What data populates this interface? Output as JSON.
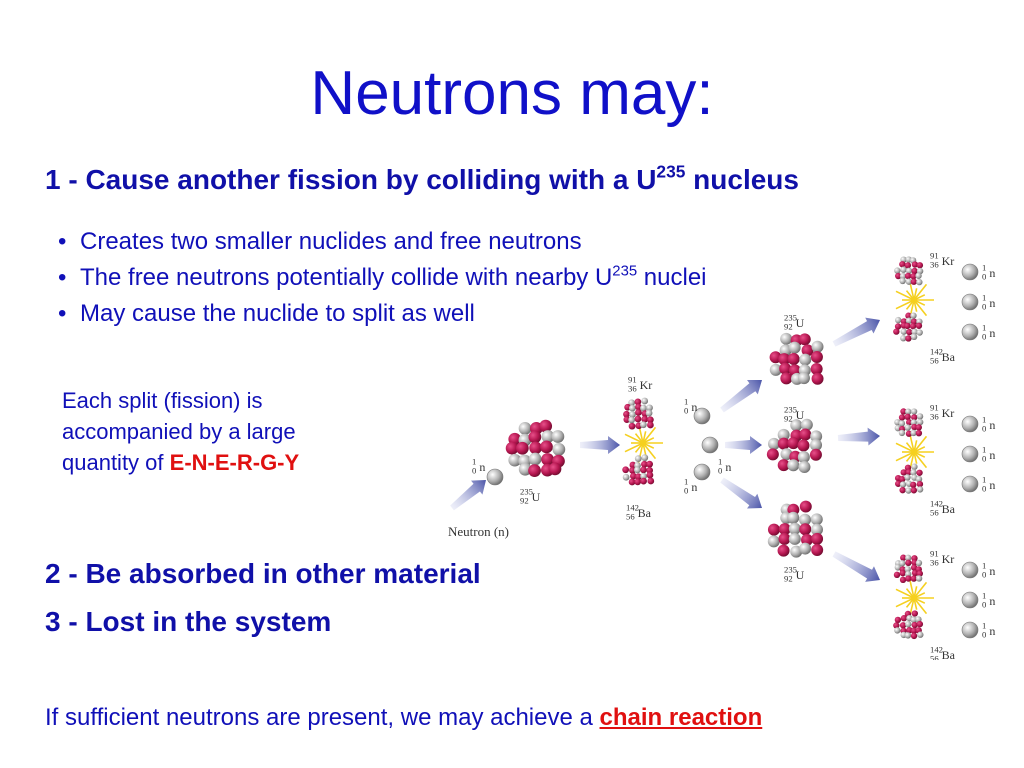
{
  "title": "Neutrons may:",
  "point1": {
    "text": "1 - Cause another fission by colliding with a U",
    "sup": "235",
    "tail": " nucleus"
  },
  "bullets": [
    {
      "text": "Creates two smaller nuclides and free neutrons",
      "sup": "",
      "tail": ""
    },
    {
      "text": "The free neutrons potentially collide with nearby U",
      "sup": "235",
      "tail": " nuclei"
    },
    {
      "text": "May cause the nuclide to split as well",
      "sup": "",
      "tail": ""
    }
  ],
  "bullet_glyph": "•",
  "note": {
    "line1": "Each split (fission) is",
    "line2": "accompanied by a  large",
    "line3": "quantity of ",
    "energy": "E-N-E-R-G-Y"
  },
  "point2": "2 - Be absorbed in other material",
  "point3": "3 - Lost in the system",
  "footer": {
    "text": "If sufficient neutrons are present, we may achieve a ",
    "link": "chain reaction"
  },
  "diagram": {
    "neutron_caption": "Neutron (n)",
    "neutron_mass": "1",
    "neutron_charge": "0",
    "neutron_symbol": "n",
    "u_mass": "235",
    "u_charge": "92",
    "u_symbol": "U",
    "kr_mass": "91",
    "kr_charge": "36",
    "kr_symbol": "Kr",
    "ba_mass": "142",
    "ba_charge": "56",
    "ba_symbol": "Ba"
  },
  "colors": {
    "text_blue": "#1010b8",
    "accent_red": "#e01010",
    "nucleus_red": "#b51650",
    "nucleus_gray": "#a9a9a9",
    "arrow_blue": "#5a64b4",
    "flash_yellow": "#f5d020"
  }
}
